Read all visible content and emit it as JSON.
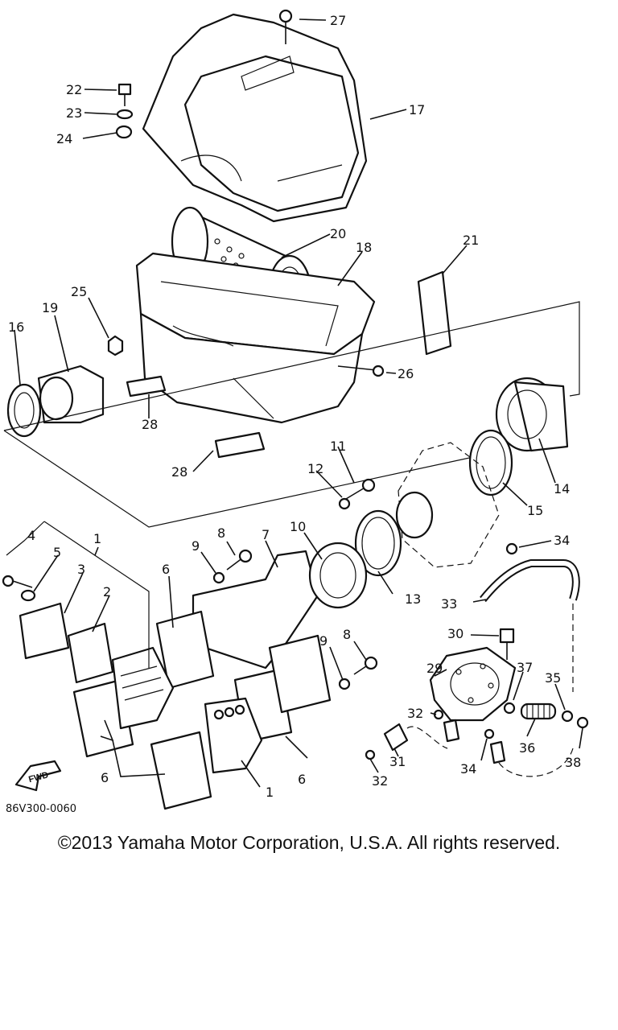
{
  "diagram": {
    "part_labels": [
      "1",
      "2",
      "3",
      "4",
      "5",
      "6",
      "7",
      "8",
      "9",
      "10",
      "11",
      "12",
      "13",
      "14",
      "15",
      "16",
      "17",
      "18",
      "19",
      "20",
      "21",
      "22",
      "23",
      "24",
      "25",
      "26",
      "27",
      "28",
      "29",
      "30",
      "31",
      "32",
      "33",
      "34",
      "35",
      "36",
      "37",
      "38"
    ],
    "direction_badge": "FWD",
    "drawing_code": "86V300-0060"
  },
  "footer": {
    "copyright": "©2013 Yamaha Motor Corporation, U.S.A. All rights reserved."
  }
}
